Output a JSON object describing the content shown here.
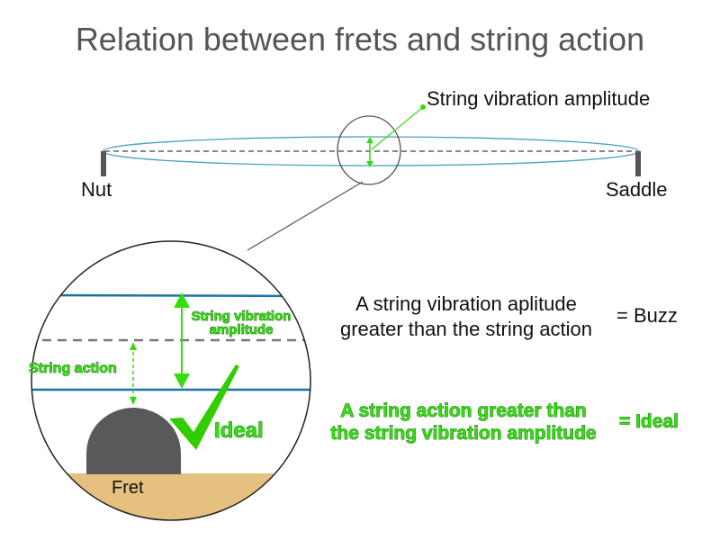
{
  "title": "Relation between frets and string action",
  "top": {
    "amplitude_label": "String vibration amplitude",
    "nut": "Nut",
    "saddle": "Saddle"
  },
  "zoom": {
    "amplitude_line1": "String vibration",
    "amplitude_line2": "amplitude",
    "action": "String action",
    "ideal": "Ideal",
    "fret": "Fret"
  },
  "rules": {
    "buzz_line1": "A string vibration aplitude",
    "buzz_line2": "greater than the string action",
    "buzz_eq": "= Buzz",
    "ideal_line1": "A string action greater than",
    "ideal_line2": "the string vibration amplitude",
    "ideal_eq": "= Ideal"
  },
  "colors": {
    "string": "#1a73a8",
    "green": "#33dd11",
    "fret": "#595959",
    "wood": "#e6c07f"
  }
}
